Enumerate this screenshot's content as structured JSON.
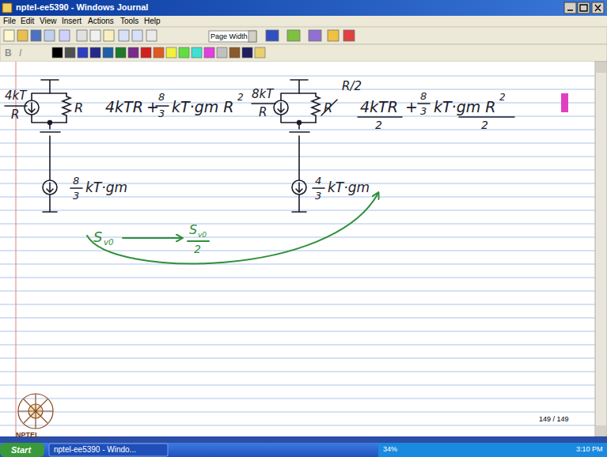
{
  "diagram": {
    "labels": [
      "nptel-ee5390 - Windows Journal",
      "File",
      "Edit",
      "View",
      "Insert",
      "Actions",
      "Tools",
      "Help",
      "Page Width",
      "B",
      "I",
      "4kT",
      "R",
      "R",
      "4kTR",
      "+",
      "8",
      "3",
      "kT·gm R",
      "2",
      "8",
      "3",
      "kT·gm",
      "8kT",
      "R",
      "R",
      "R/2",
      "4kTR",
      "2",
      "+",
      "8",
      "3",
      "kT·gm R",
      "2",
      "2",
      "4",
      "3",
      "kT·gm",
      "S",
      "v0",
      "S",
      "v0",
      "2",
      "149 / 149",
      "149",
      "NPTEL",
      "Start",
      "nptel-ee5390 - Windo...",
      "34%",
      "3:10 PM"
    ]
  }
}
